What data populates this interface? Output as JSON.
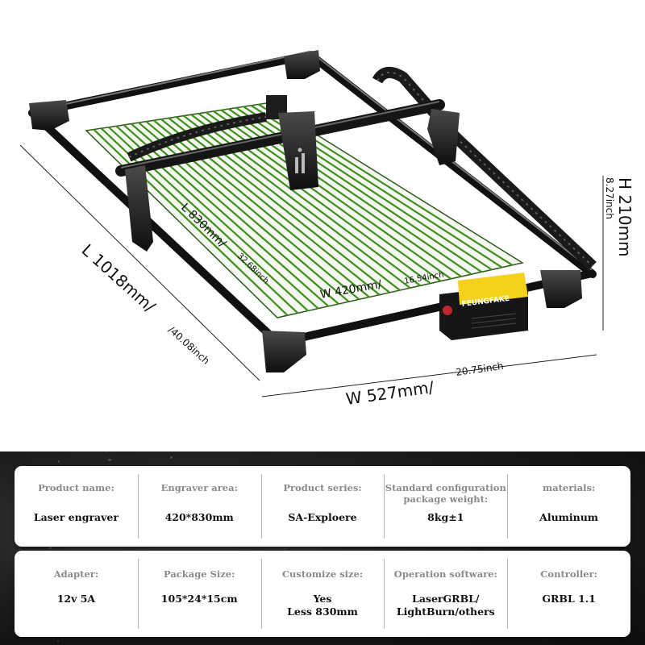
{
  "dimensions": {
    "length": "L 1018mm/",
    "length_in": "/40.08inch",
    "width": "W 527mm/",
    "width_in": "20.75inch",
    "height": "H 210mm",
    "height_in": "8.27inch",
    "engrave_length": "L 830mm/",
    "engrave_length_in": "32.68inch",
    "engrave_width": "W 420mm/",
    "engrave_width_in": "16.54inch"
  },
  "brand": "FEUNGFAKE",
  "specs_row_1": [
    {
      "label": "Product name:",
      "value": "Laser engraver"
    },
    {
      "label": "Engraver area:",
      "value": "420*830mm"
    },
    {
      "label": "Product series:",
      "value": "SA-Exploere"
    },
    {
      "label": "Standard configuration\npackage weight:",
      "value": "8kg±1"
    },
    {
      "label": "materials:",
      "value": "Aluminum"
    }
  ],
  "specs_row_2": [
    {
      "label": "Adapter:",
      "value": "12v 5A"
    },
    {
      "label": "Package Size:",
      "value": "105*24*15cm"
    },
    {
      "label": "Customize size:",
      "value": "Yes\nLess 830mm"
    },
    {
      "label": "Operation software:",
      "value": "LaserGRBL/\nLightBurn/others"
    },
    {
      "label": "Controller:",
      "value": "GRBL 1.1"
    }
  ]
}
